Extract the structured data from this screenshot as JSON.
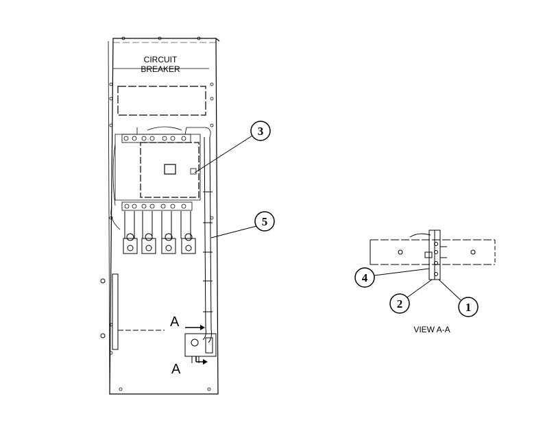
{
  "panel": {
    "header_line1": "CIRCUIT",
    "header_line2": "BREAKER",
    "section_mark": "A"
  },
  "view_label": "VIEW A-A",
  "callouts": [
    {
      "id": "c3",
      "label": "3"
    },
    {
      "id": "c5",
      "label": "5"
    },
    {
      "id": "c4",
      "label": "4"
    },
    {
      "id": "c2",
      "label": "2"
    },
    {
      "id": "c1",
      "label": "1"
    }
  ],
  "colors": {
    "ink": "#000000",
    "paper": "#ffffff"
  }
}
